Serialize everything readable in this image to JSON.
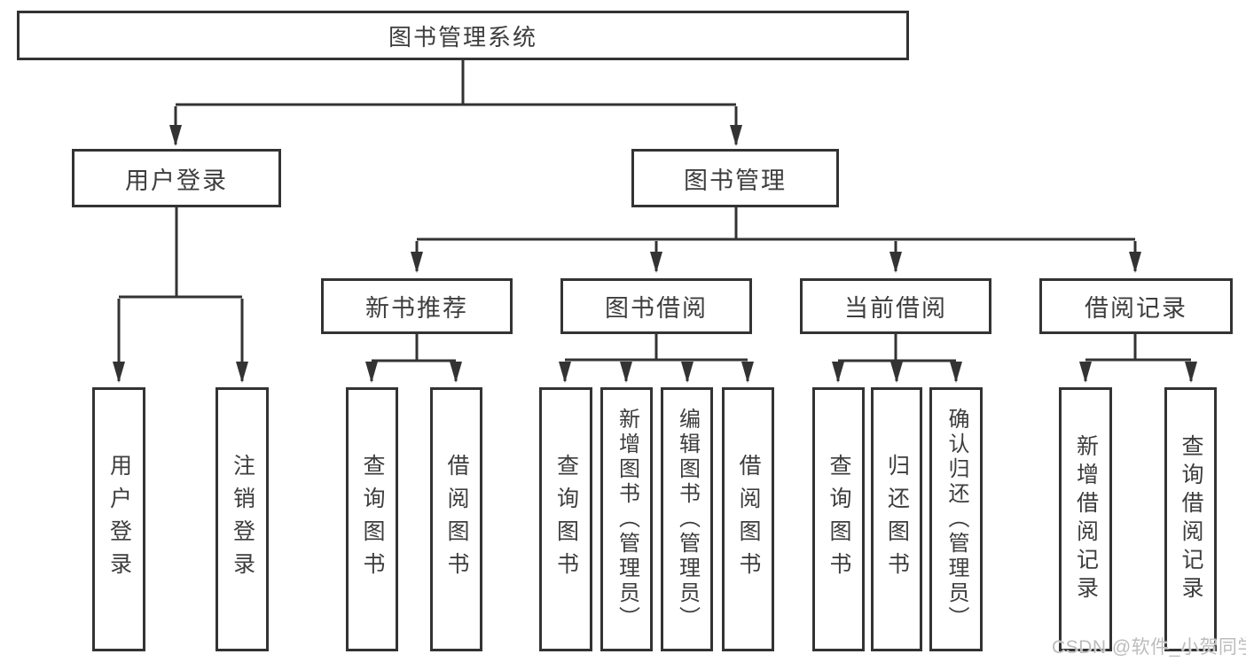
{
  "tree": {
    "label": "图书管理系统",
    "children": [
      {
        "label": "用户登录",
        "children": [
          {
            "label": "用户登录"
          },
          {
            "label": "注销登录"
          }
        ]
      },
      {
        "label": "图书管理",
        "children": [
          {
            "label": "新书推荐",
            "children": [
              {
                "label": "查询图书"
              },
              {
                "label": "借阅图书"
              }
            ]
          },
          {
            "label": "图书借阅",
            "children": [
              {
                "label": "查询图书"
              },
              {
                "label": "新增图书（管理员）"
              },
              {
                "label": "编辑图书（管理员）"
              },
              {
                "label": "借阅图书"
              }
            ]
          },
          {
            "label": "当前借阅",
            "children": [
              {
                "label": "查询图书"
              },
              {
                "label": "归还图书"
              },
              {
                "label": "确认归还（管理员）"
              }
            ]
          },
          {
            "label": "借阅记录",
            "children": [
              {
                "label": "新增借阅记录"
              },
              {
                "label": "查询借阅记录"
              }
            ]
          }
        ]
      }
    ]
  },
  "watermark": {
    "text": "CSDN @软件_小贺同学"
  },
  "colors": {
    "line": "#333333",
    "text": "#3d3d3d",
    "watermark": "#bcbcbc",
    "background": "#ffffff"
  }
}
